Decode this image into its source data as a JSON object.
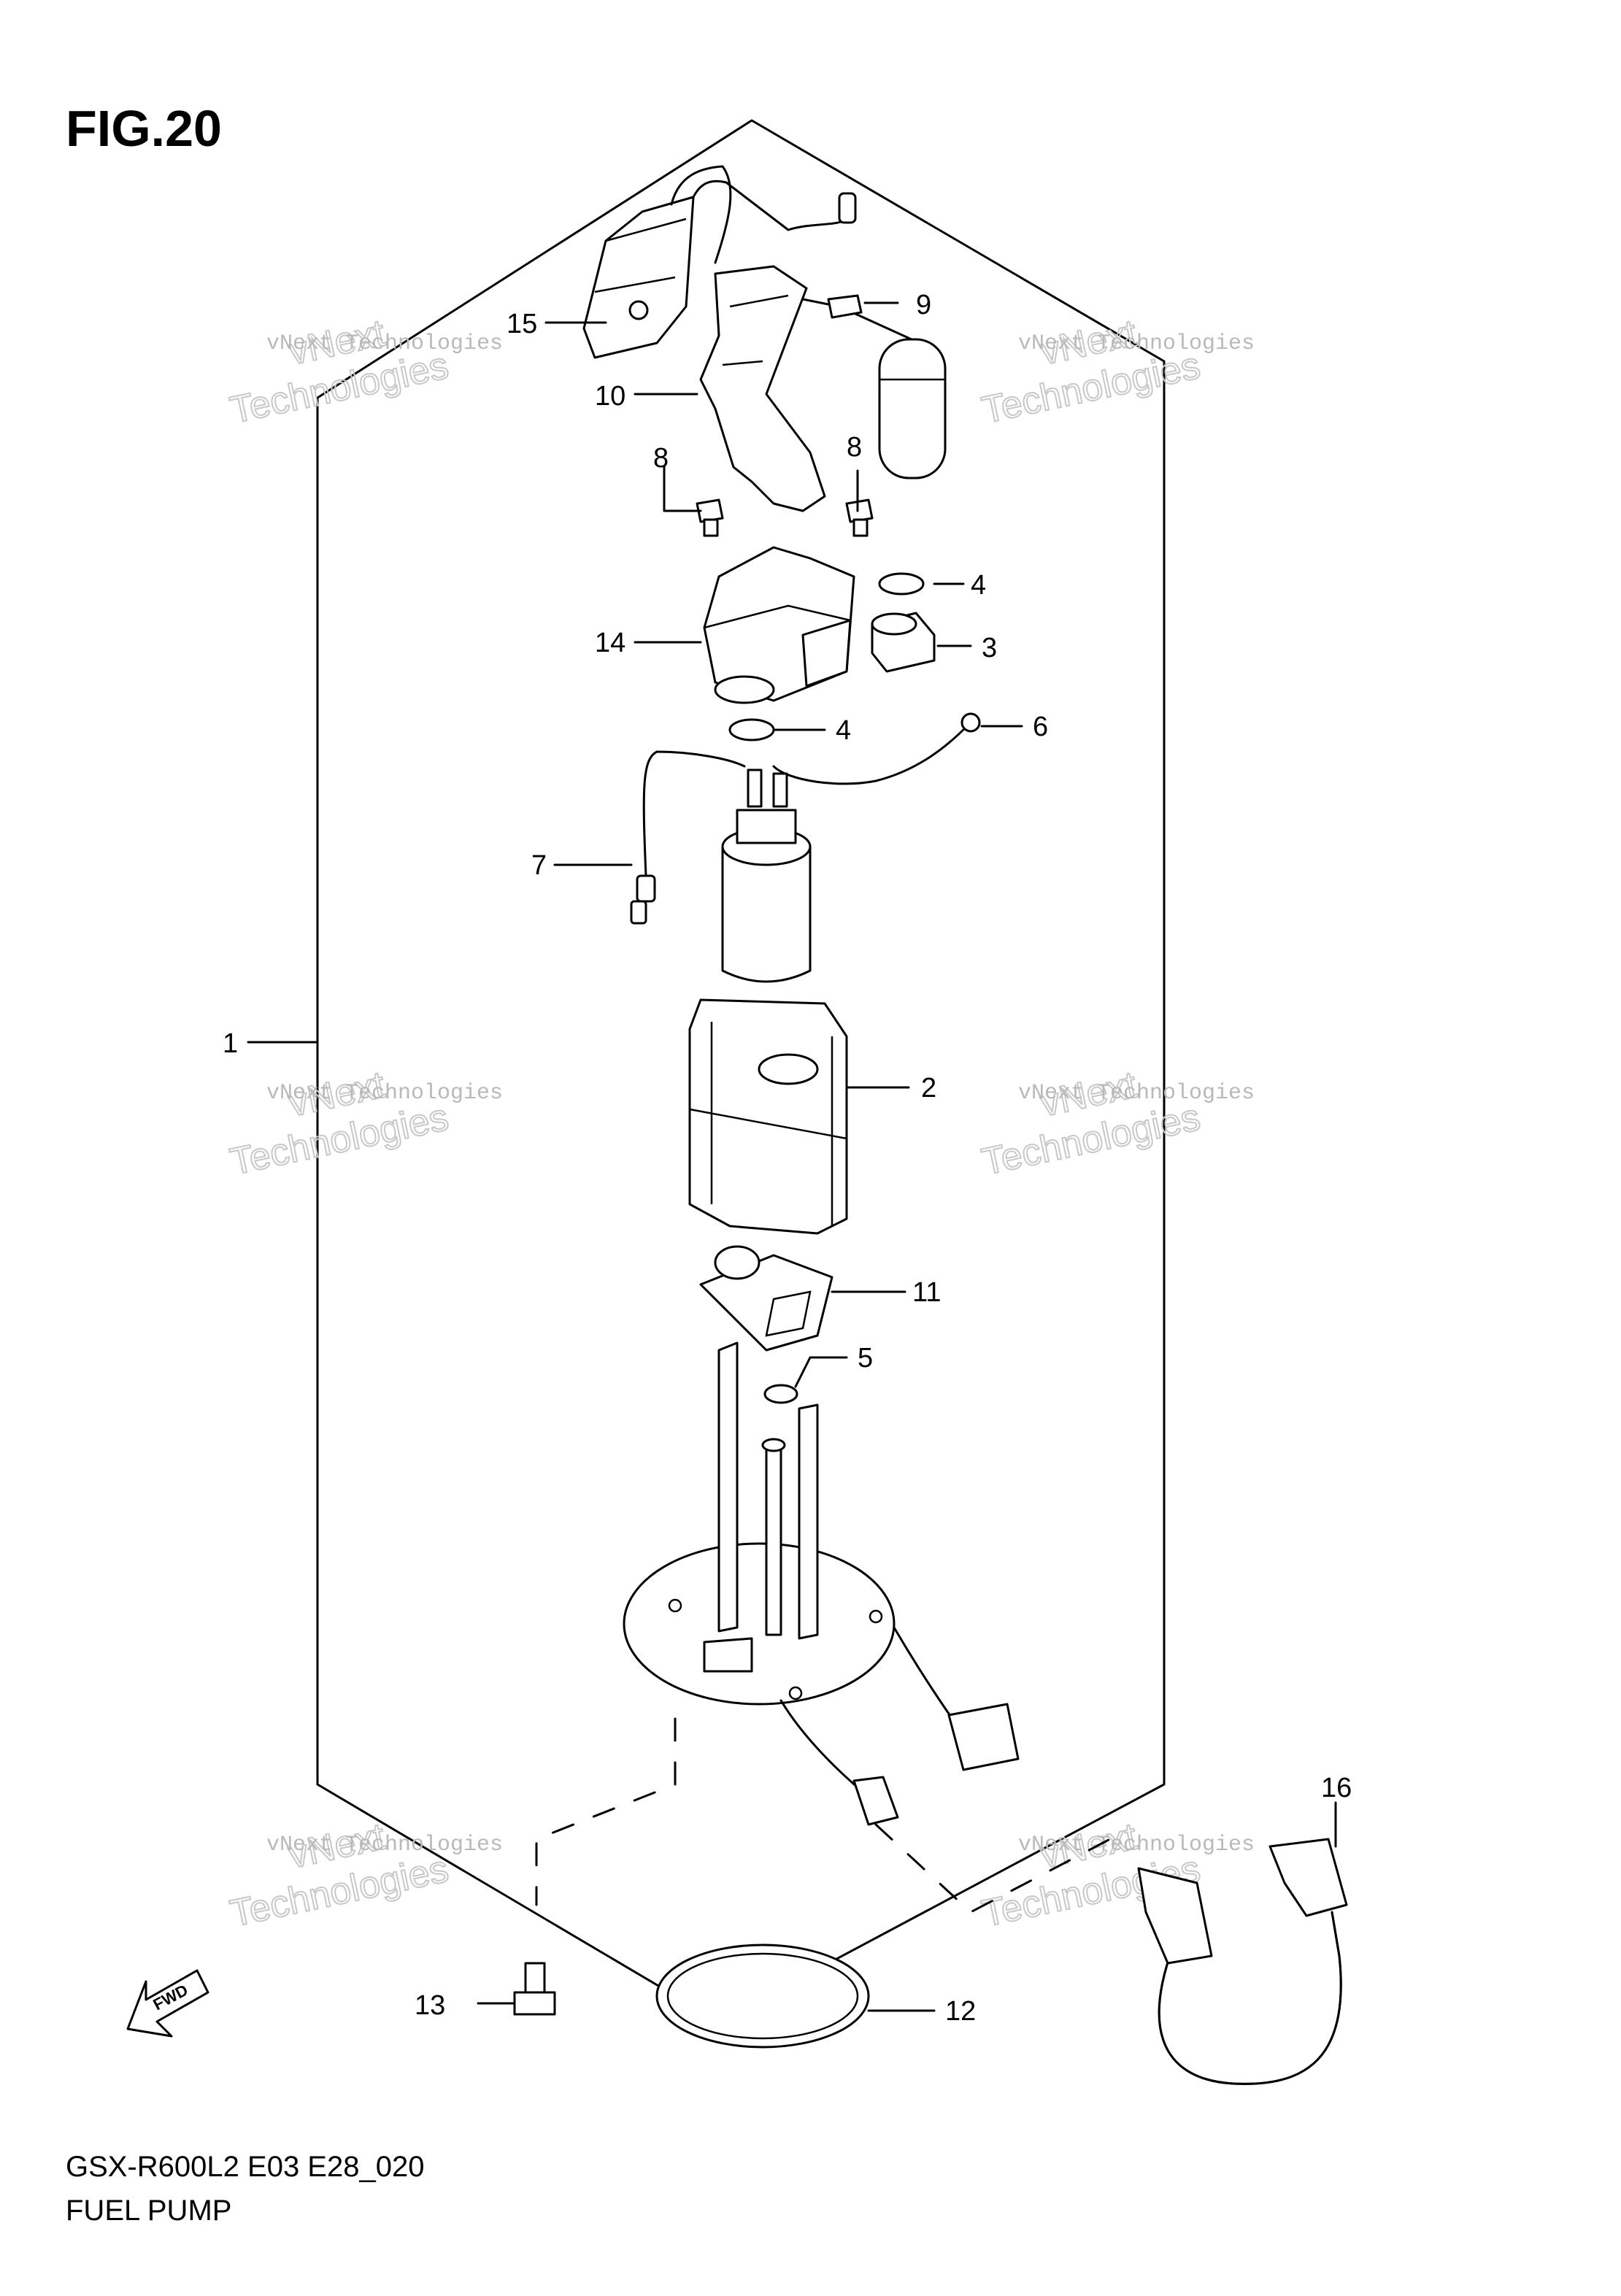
{
  "figure": {
    "label": "FIG.20"
  },
  "watermark": {
    "line1": "vNext Technologies",
    "line2": "vNext",
    "line3": "Technologies"
  },
  "callouts": [
    "1",
    "2",
    "3",
    "4",
    "4",
    "5",
    "6",
    "7",
    "8",
    "8",
    "9",
    "10",
    "11",
    "12",
    "13",
    "14",
    "15",
    "16"
  ],
  "footer": {
    "model_code": "GSX-R600L2 E03 E28_020",
    "title": "FUEL PUMP"
  },
  "fwd_label": "FWD"
}
